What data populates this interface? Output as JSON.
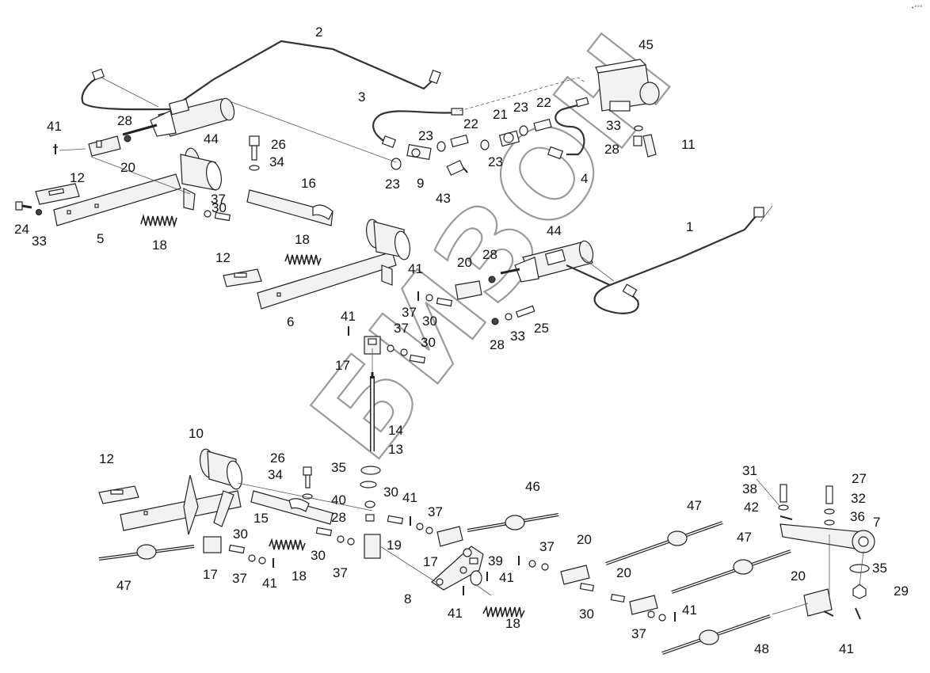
{
  "watermark": "БИЗОН",
  "corner_mark": "•°°°",
  "callouts": [
    {
      "id": "c1",
      "text": "1"
    },
    {
      "id": "c2",
      "text": "2"
    },
    {
      "id": "c3",
      "text": "3"
    },
    {
      "id": "c4",
      "text": "4"
    },
    {
      "id": "c5",
      "text": "5"
    },
    {
      "id": "c6",
      "text": "6"
    },
    {
      "id": "c7",
      "text": "7"
    },
    {
      "id": "c8",
      "text": "8"
    },
    {
      "id": "c9",
      "text": "9"
    },
    {
      "id": "c10",
      "text": "10"
    },
    {
      "id": "c11",
      "text": "11"
    },
    {
      "id": "c12a",
      "text": "12"
    },
    {
      "id": "c12b",
      "text": "12"
    },
    {
      "id": "c12c",
      "text": "12"
    },
    {
      "id": "c13",
      "text": "13"
    },
    {
      "id": "c14",
      "text": "14"
    },
    {
      "id": "c15",
      "text": "15"
    },
    {
      "id": "c16",
      "text": "16"
    },
    {
      "id": "c17a",
      "text": "17"
    },
    {
      "id": "c17b",
      "text": "17"
    },
    {
      "id": "c17c",
      "text": "17"
    },
    {
      "id": "c18a",
      "text": "18"
    },
    {
      "id": "c18b",
      "text": "18"
    },
    {
      "id": "c18c",
      "text": "18"
    },
    {
      "id": "c18d",
      "text": "18"
    },
    {
      "id": "c19",
      "text": "19"
    },
    {
      "id": "c20a",
      "text": "20"
    },
    {
      "id": "c20b",
      "text": "20"
    },
    {
      "id": "c20c",
      "text": "20"
    },
    {
      "id": "c20d",
      "text": "20"
    },
    {
      "id": "c20e",
      "text": "20"
    },
    {
      "id": "c21",
      "text": "21"
    },
    {
      "id": "c22a",
      "text": "22"
    },
    {
      "id": "c22b",
      "text": "22"
    },
    {
      "id": "c23a",
      "text": "23"
    },
    {
      "id": "c23b",
      "text": "23"
    },
    {
      "id": "c23c",
      "text": "23"
    },
    {
      "id": "c23d",
      "text": "23"
    },
    {
      "id": "c24",
      "text": "24"
    },
    {
      "id": "c25",
      "text": "25"
    },
    {
      "id": "c26a",
      "text": "26"
    },
    {
      "id": "c26b",
      "text": "26"
    },
    {
      "id": "c27",
      "text": "27"
    },
    {
      "id": "c28a",
      "text": "28"
    },
    {
      "id": "c28b",
      "text": "28"
    },
    {
      "id": "c28c",
      "text": "28"
    },
    {
      "id": "c28d",
      "text": "28"
    },
    {
      "id": "c28e",
      "text": "28"
    },
    {
      "id": "c29",
      "text": "29"
    },
    {
      "id": "c30a",
      "text": "30"
    },
    {
      "id": "c30b",
      "text": "30"
    },
    {
      "id": "c30c",
      "text": "30"
    },
    {
      "id": "c30d",
      "text": "30"
    },
    {
      "id": "c30e",
      "text": "30"
    },
    {
      "id": "c30f",
      "text": "30"
    },
    {
      "id": "c30g",
      "text": "30"
    },
    {
      "id": "c31",
      "text": "31"
    },
    {
      "id": "c32",
      "text": "32"
    },
    {
      "id": "c33a",
      "text": "33"
    },
    {
      "id": "c33b",
      "text": "33"
    },
    {
      "id": "c33c",
      "text": "33"
    },
    {
      "id": "c34a",
      "text": "34"
    },
    {
      "id": "c34b",
      "text": "34"
    },
    {
      "id": "c35a",
      "text": "35"
    },
    {
      "id": "c35b",
      "text": "35"
    },
    {
      "id": "c36",
      "text": "36"
    },
    {
      "id": "c37a",
      "text": "37"
    },
    {
      "id": "c37b",
      "text": "37"
    },
    {
      "id": "c37c",
      "text": "37"
    },
    {
      "id": "c37d",
      "text": "37"
    },
    {
      "id": "c37e",
      "text": "37"
    },
    {
      "id": "c37f",
      "text": "37"
    },
    {
      "id": "c37g",
      "text": "37"
    },
    {
      "id": "c37h",
      "text": "37"
    },
    {
      "id": "c38",
      "text": "38"
    },
    {
      "id": "c39",
      "text": "39"
    },
    {
      "id": "c40",
      "text": "40"
    },
    {
      "id": "c41a",
      "text": "41"
    },
    {
      "id": "c41b",
      "text": "41"
    },
    {
      "id": "c41c",
      "text": "41"
    },
    {
      "id": "c41d",
      "text": "41"
    },
    {
      "id": "c41e",
      "text": "41"
    },
    {
      "id": "c41f",
      "text": "41"
    },
    {
      "id": "c41g",
      "text": "41"
    },
    {
      "id": "c41h",
      "text": "41"
    },
    {
      "id": "c41i",
      "text": "41"
    },
    {
      "id": "c42",
      "text": "42"
    },
    {
      "id": "c43",
      "text": "43"
    },
    {
      "id": "c44a",
      "text": "44"
    },
    {
      "id": "c44b",
      "text": "44"
    },
    {
      "id": "c45",
      "text": "45"
    },
    {
      "id": "c46",
      "text": "46"
    },
    {
      "id": "c47a",
      "text": "47"
    },
    {
      "id": "c47b",
      "text": "47"
    },
    {
      "id": "c47c",
      "text": "47"
    },
    {
      "id": "c48",
      "text": "48"
    }
  ]
}
